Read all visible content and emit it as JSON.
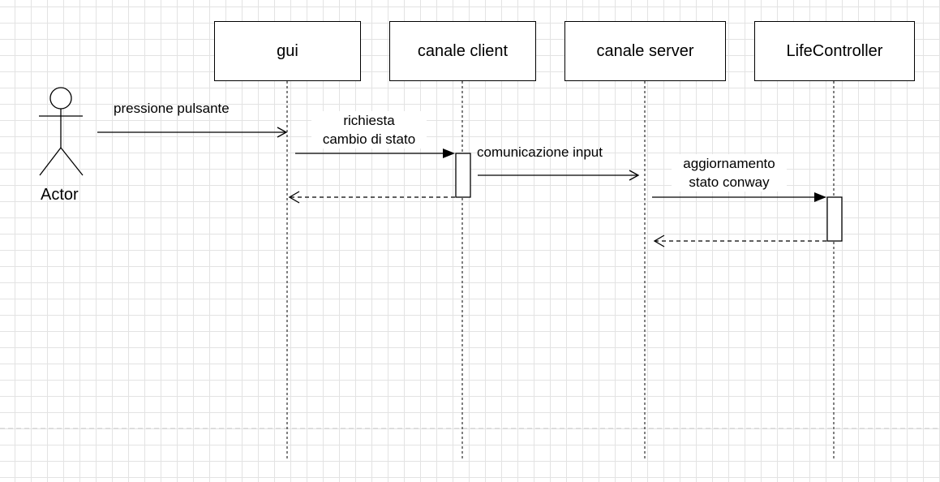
{
  "actor": {
    "label": "Actor"
  },
  "participants": [
    {
      "key": "gui",
      "label": "gui"
    },
    {
      "key": "client",
      "label": "canale client"
    },
    {
      "key": "server",
      "label": "canale server"
    },
    {
      "key": "controller",
      "label": "LifeController"
    }
  ],
  "messages": [
    {
      "from": "actor",
      "to": "gui",
      "style": "open-arrow",
      "label": "pressione pulsante"
    },
    {
      "from": "gui",
      "to": "client",
      "style": "sync-call",
      "label_line1": "richiesta",
      "label_line2": "cambio di stato"
    },
    {
      "from": "client",
      "to": "gui",
      "style": "dashed-return"
    },
    {
      "from": "client",
      "to": "server",
      "style": "open-arrow",
      "label": "comunicazione input"
    },
    {
      "from": "server",
      "to": "controller",
      "style": "sync-call",
      "label_line1": "aggiornamento",
      "label_line2": "stato conway"
    },
    {
      "from": "controller",
      "to": "server",
      "style": "dashed-return"
    }
  ]
}
